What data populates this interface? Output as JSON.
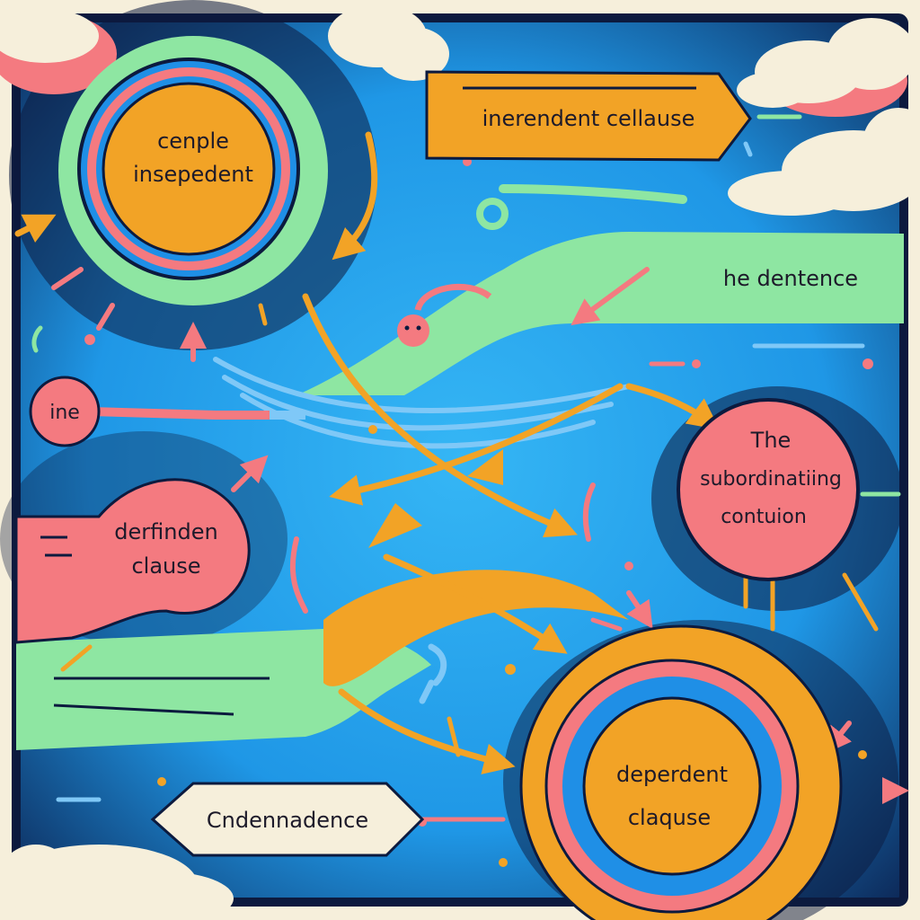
{
  "colors": {
    "sky_blue": "#2aa6ee",
    "navy": "#0c1a3e",
    "green": "#8ee6a2",
    "orange": "#f2a326",
    "pink": "#f47a80",
    "cream": "#f6efdb",
    "blue_ring": "#1f8fe6"
  },
  "nodes": {
    "simple_independent": {
      "line1": "cenple",
      "line2": "insepedent"
    },
    "independent_clause": {
      "label": "inerendent cellause"
    },
    "sentence": {
      "label": "he dentence"
    },
    "ine": {
      "label": "ine"
    },
    "subordinating": {
      "line1": "The",
      "line2": "subordinatiing",
      "line3": "contuion"
    },
    "dependent_bubble": {
      "line1": "derfinden",
      "line2": "clause"
    },
    "independence": {
      "label": "Cndennadence"
    },
    "dependent_clause": {
      "line1": "deperdent",
      "line2": "claquse"
    }
  }
}
